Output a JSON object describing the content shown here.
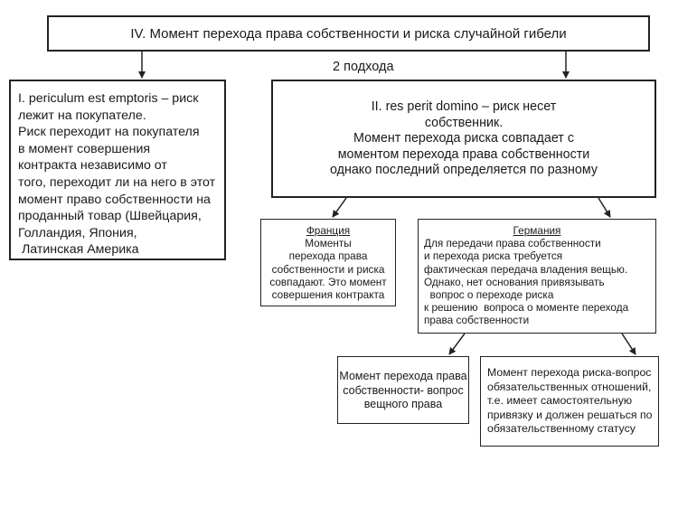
{
  "title": "IV. Момент перехода права собственности и риска случайной гибели",
  "approaches_label": "2 подхода",
  "left_box": {
    "lines": [
      "I. periculum est emptoris – риск",
      "лежит на покупателе.",
      "Риск переходит на покупателя",
      "в момент совершения",
      "контракта независимо от",
      "того, переходит ли на него в этот",
      "момент право собственности на",
      "проданный товар (Швейцария,",
      "Голландия, Япония,",
      " Латинская Америка"
    ]
  },
  "right_box": {
    "lines": [
      "II. res perit domino – риск несет",
      "собственник.",
      "Момент перехода риска совпадает с",
      "моментом перехода права собственности",
      "однако последний определяется по разному"
    ]
  },
  "france_box": {
    "heading": "Франция",
    "lines": [
      "Моменты",
      "перехода права",
      "собственности и риска",
      "совпадают. Это момент",
      "совершения контракта"
    ]
  },
  "germany_box": {
    "heading": "Германия",
    "lines": [
      "Для передачи права собственности",
      "и перехода риска требуется",
      "фактическая передача владения вещью.",
      "Однако, нет основания привязывать",
      "  вопрос о переходе риска",
      "к решению  вопроса о моменте перехода",
      "права собственности"
    ]
  },
  "result_a": {
    "lines": [
      "Момент перехода права",
      "собственности- вопрос",
      "вещного права"
    ]
  },
  "result_b": {
    "lines": [
      "Момент перехода риска-вопрос",
      "обязательственных отношений,",
      "т.е. имеет самостоятельную",
      "привязку и должен решаться по",
      "обязательственному статусу"
    ]
  }
}
